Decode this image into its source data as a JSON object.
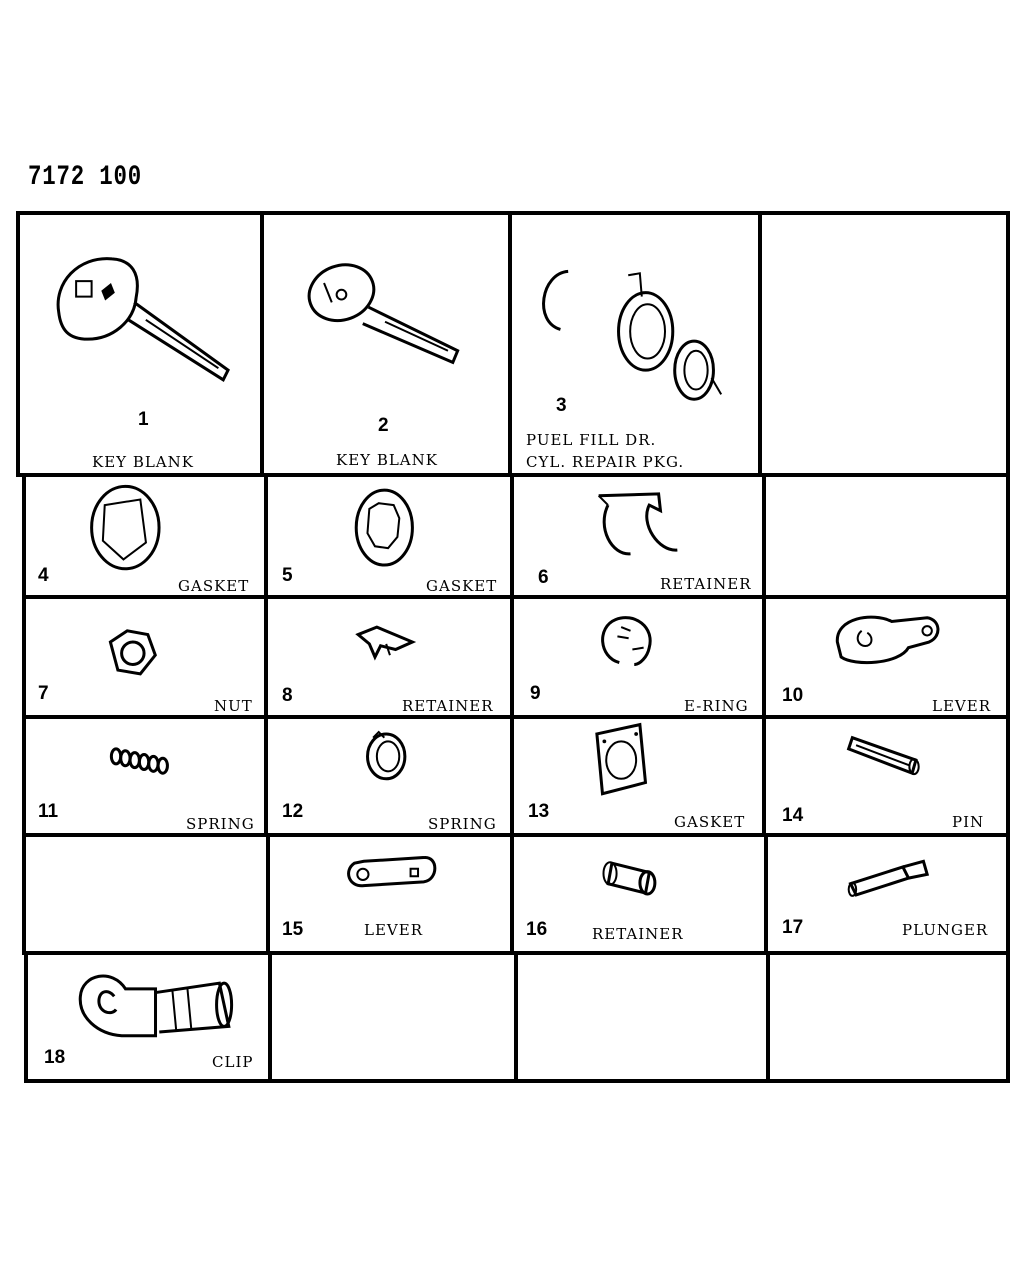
{
  "figure_id": "7172 100",
  "parts": {
    "p1": {
      "number": "1",
      "name": "KEY BLANK"
    },
    "p2": {
      "number": "2",
      "name": "KEY BLANK"
    },
    "p3": {
      "number": "3",
      "line1": "PUEL FILL DR.",
      "line2": "CYL. REPAIR PKG."
    },
    "p4": {
      "number": "4",
      "name": "GASKET"
    },
    "p5": {
      "number": "5",
      "name": "GASKET"
    },
    "p6": {
      "number": "6",
      "name": "RETAINER"
    },
    "p7": {
      "number": "7",
      "name": "NUT"
    },
    "p8": {
      "number": "8",
      "name": "RETAINER"
    },
    "p9": {
      "number": "9",
      "name": "E-RING"
    },
    "p10": {
      "number": "10",
      "name": "LEVER"
    },
    "p11": {
      "number": "11",
      "name": "SPRING"
    },
    "p12": {
      "number": "12",
      "name": "SPRING"
    },
    "p13": {
      "number": "13",
      "name": "GASKET"
    },
    "p14": {
      "number": "14",
      "name": "PIN"
    },
    "p15": {
      "number": "15",
      "name": "LEVER"
    },
    "p16": {
      "number": "16",
      "name": "RETAINER"
    },
    "p17": {
      "number": "17",
      "name": "PLUNGER"
    },
    "p18": {
      "number": "18",
      "name": "CLIP"
    }
  }
}
